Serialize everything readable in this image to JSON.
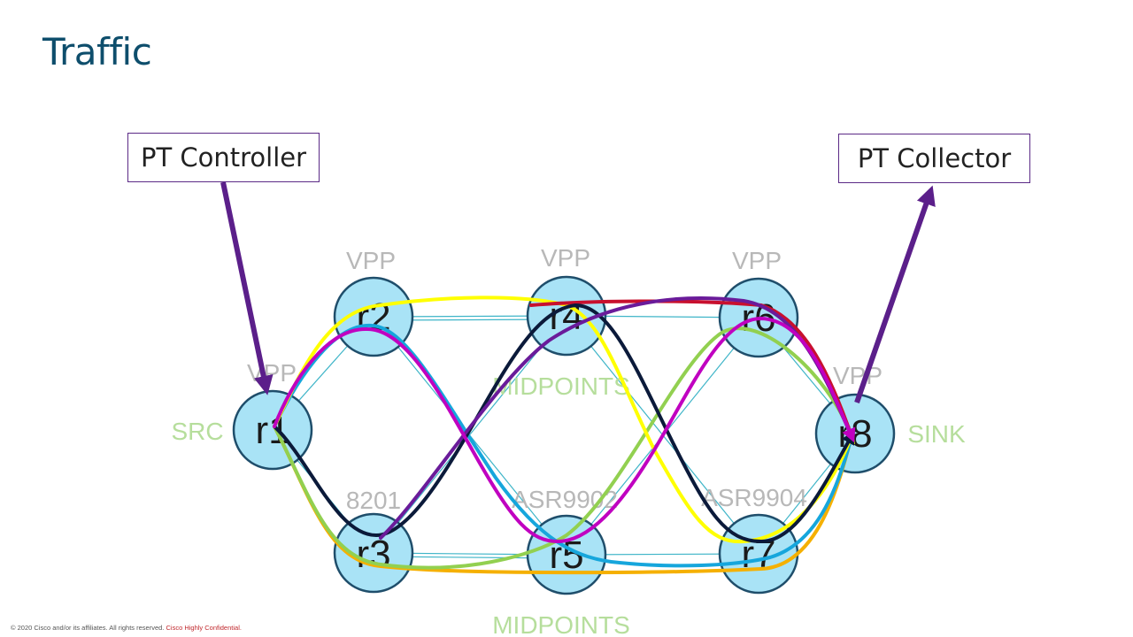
{
  "title": "Traffic",
  "controller_label": "PT Controller",
  "collector_label": "PT Collector",
  "nodes": {
    "r1": {
      "label": "r1",
      "type": "VPP"
    },
    "r2": {
      "label": "r2",
      "type": "VPP"
    },
    "r3": {
      "label": "r3",
      "type": "8201"
    },
    "r4": {
      "label": "r4",
      "type": "VPP"
    },
    "r5": {
      "label": "r5",
      "type": "ASR9902"
    },
    "r6": {
      "label": "r6",
      "type": "VPP"
    },
    "r7": {
      "label": "r7",
      "type": "ASR9904"
    },
    "r8": {
      "label": "r8",
      "type": "VPP"
    }
  },
  "role_labels": {
    "src": "SRC",
    "sink": "SINK",
    "midpoints_top": "MIDPOINTS",
    "midpoints_bottom": "MIDPOINTS"
  },
  "colors": {
    "title": "#0e4e6c",
    "node_fill": "#a9e3f6",
    "node_stroke": "#1f4e6b",
    "type_label": "#b8b8b8",
    "role_label": "#b6de9c",
    "arrow": "#5b1f8a",
    "link": "#3fb5c8",
    "flow_red": "#c8102e",
    "flow_yellow": "#ffff00",
    "flow_cyan": "#16a6dc",
    "flow_magenta": "#c000c0",
    "flow_navy": "#0b1a3a",
    "flow_purple": "#6a1b9a",
    "flow_green": "#92d050",
    "flow_orange": "#f5b000"
  },
  "footer": {
    "copyright": "© 2020 Cisco and/or its affiliates. All rights reserved.",
    "confidential": "Cisco Highly Confidential."
  }
}
